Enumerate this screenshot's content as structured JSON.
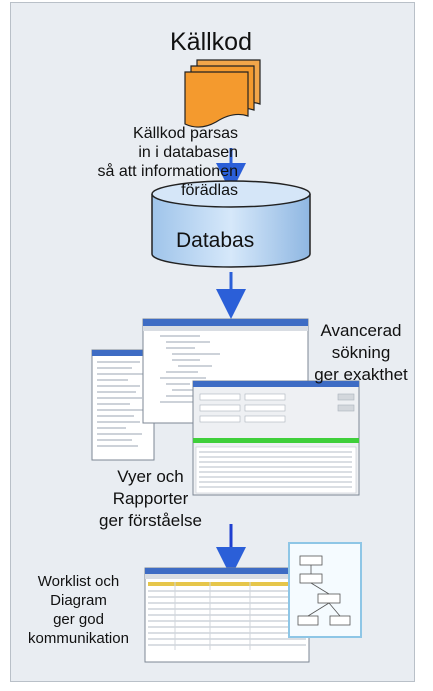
{
  "labels": {
    "source": "Källkod",
    "parse": [
      "Källkod parsas",
      "in i databasen",
      "så att informationen",
      "förädlas"
    ],
    "database": "Databas",
    "search": [
      "Avancerad",
      "sökning",
      "ger exakthet"
    ],
    "views": [
      "Vyer och",
      "Rapporter",
      "ger förståelse"
    ],
    "worklist": [
      "Worklist och",
      "Diagram",
      "ger god",
      "kommunikation"
    ]
  },
  "colors": {
    "panel": "#e9edf2",
    "document": "#f49a2e",
    "database": "#b9d6f3",
    "arrow": "#2b5fd8",
    "highlight": "#3fcf3a"
  }
}
